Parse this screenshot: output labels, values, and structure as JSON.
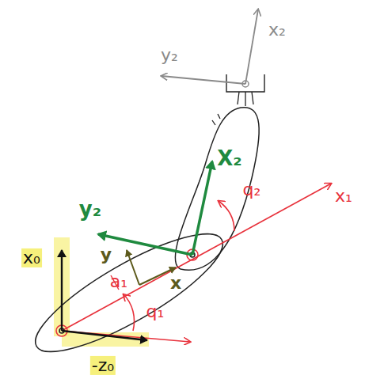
{
  "diagram": {
    "labels": [
      "x₂",
      "y₂",
      "X₂",
      "y₂",
      "q₂",
      "x₁",
      "x₀",
      "y",
      "a₁",
      "x",
      "q₁",
      "-z₀"
    ]
  }
}
